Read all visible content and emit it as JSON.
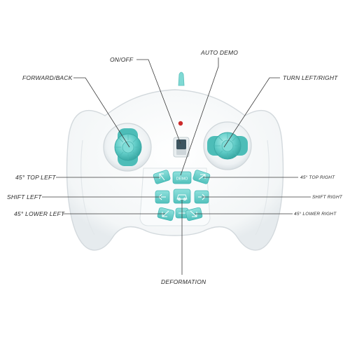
{
  "labels": {
    "on_off": "ON/OFF",
    "auto_demo": "AUTO DEMO",
    "forward_back": "FORWARD/BACK",
    "turn_left_right": "TURN LEFT/RIGHT",
    "top_left": "45° TOP LEFT",
    "top_right": "45° TOP RIGHT",
    "shift_left": "SHIFT LEFT",
    "shift_right": "SHIFT RIGHT",
    "lower_left": "45° LOWER LEFT",
    "lower_right": "45° LOWER RIGHT",
    "deformation": "DEFORMATION"
  },
  "buttons": {
    "demo": "DEMO"
  },
  "colors": {
    "accent": "#6fd3cf",
    "accent_dark": "#3fb5b1",
    "body": "#f7f9fa",
    "outline": "#d3d9dd",
    "led": "#cc2b2b",
    "switch": "#3d5560",
    "leader": "#3a3a3a"
  },
  "icons": [
    "arrow-up-left-icon",
    "arrow-up-right-icon",
    "arrow-left-icon",
    "arrow-right-icon",
    "arrow-down-left-icon",
    "arrow-down-right-icon",
    "car-icon"
  ]
}
